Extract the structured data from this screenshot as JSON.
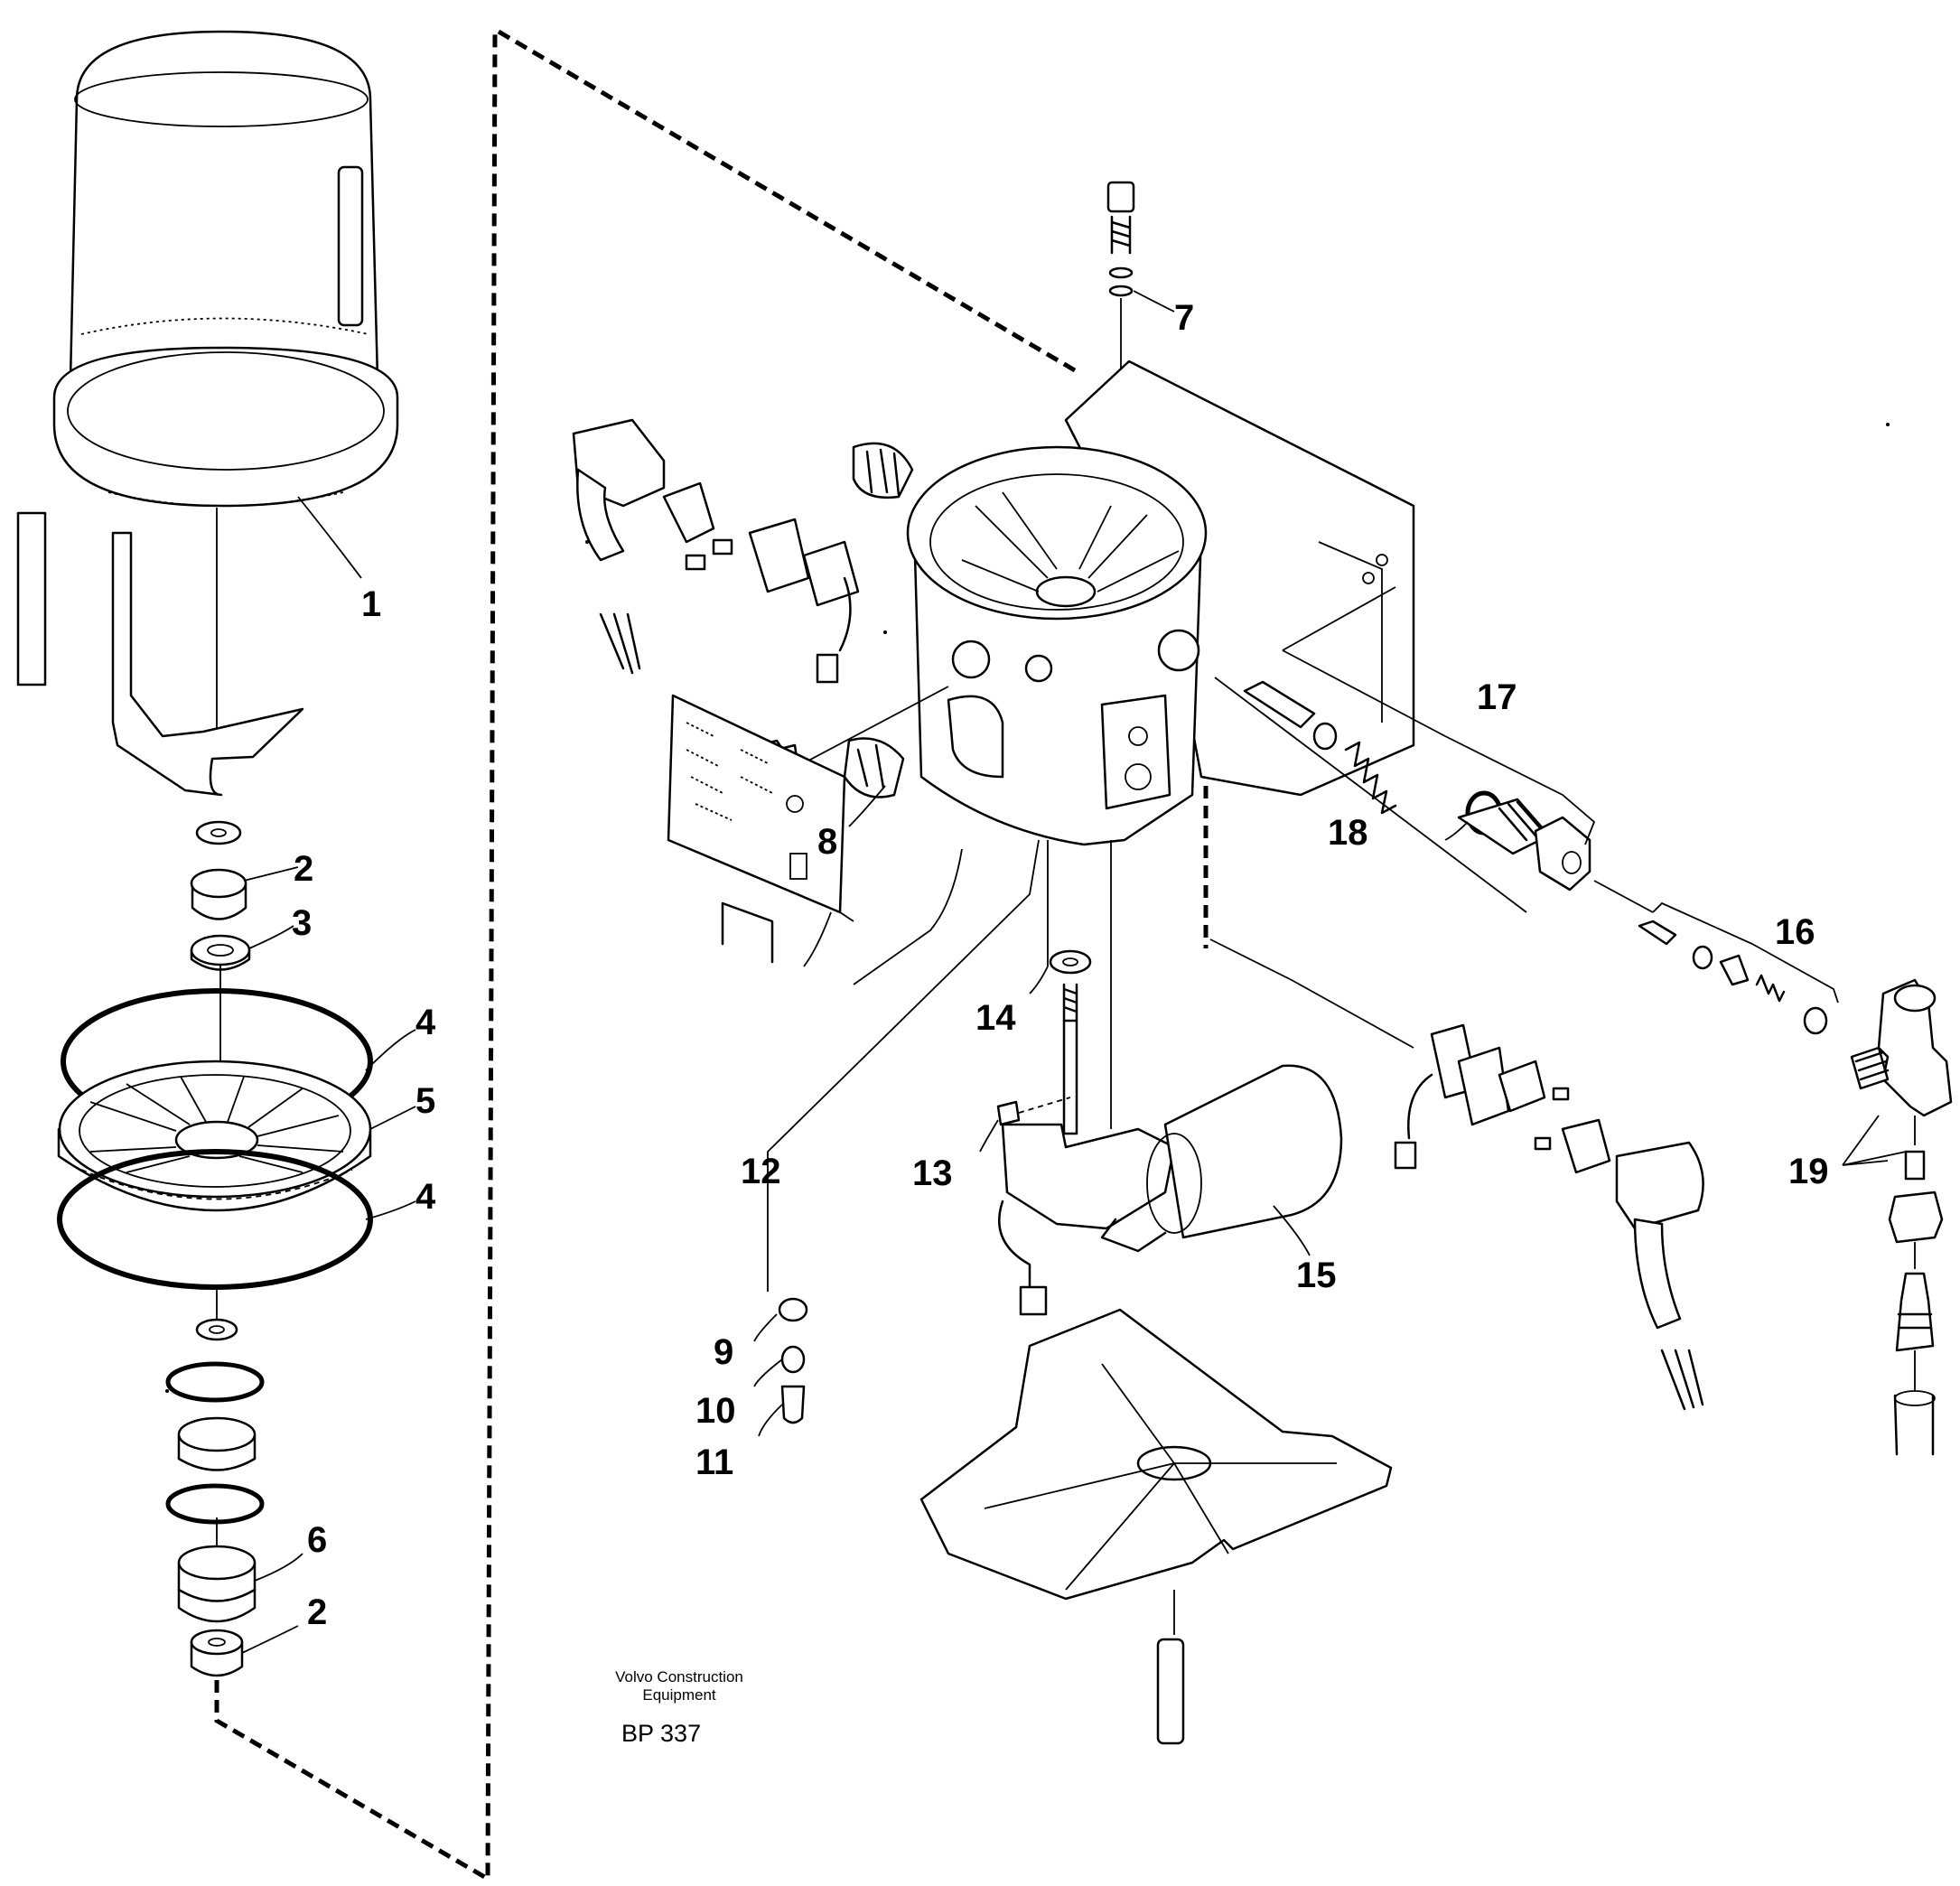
{
  "callouts": {
    "c1": "1",
    "c2a": "2",
    "c3": "3",
    "c4a": "4",
    "c5": "5",
    "c4b": "4",
    "c6": "6",
    "c2b": "2",
    "c7": "7",
    "c8": "8",
    "c9": "9",
    "c10": "10",
    "c11": "11",
    "c12": "12",
    "c13": "13",
    "c14": "14",
    "c15": "15",
    "c16": "16",
    "c17": "17",
    "c18": "18",
    "c19": "19"
  },
  "credit": {
    "line1": "Volvo Construction",
    "line2": "Equipment"
  },
  "drawing_code": "BP 337"
}
